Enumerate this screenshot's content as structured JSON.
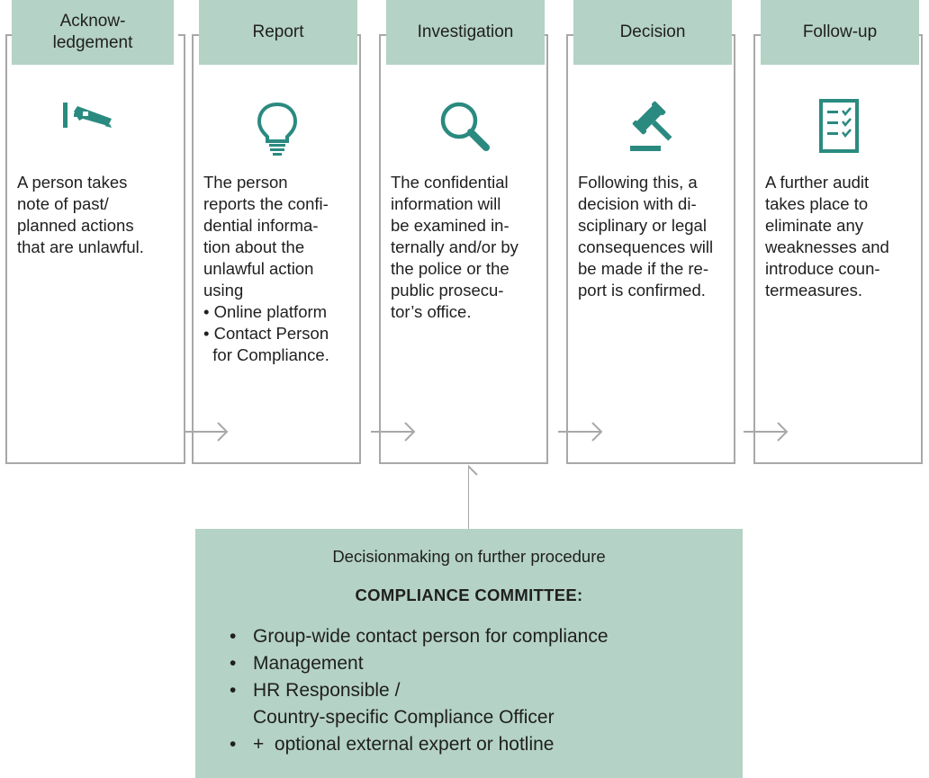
{
  "steps": [
    {
      "header": [
        "Acknow-",
        "ledgement"
      ],
      "icon": "surveillance-camera-icon",
      "text": [
        "A person takes",
        "note of past/",
        "planned actions",
        "that are unlawful."
      ]
    },
    {
      "header": [
        "Report"
      ],
      "icon": "lightbulb-icon",
      "text": [
        "The person",
        "reports the confi-",
        "dential informa-",
        "tion about the",
        "unlawful action",
        "using",
        "• Online platform",
        "• Contact Person",
        "  for Compliance."
      ]
    },
    {
      "header": [
        "Investigation"
      ],
      "icon": "magnifying-glass-icon",
      "text": [
        "The confidential",
        "information will",
        "be examined in-",
        "ternally and/or by",
        "the police or the",
        "public prosecu-",
        "tor’s office."
      ]
    },
    {
      "header": [
        "Decision"
      ],
      "icon": "gavel-icon",
      "text": [
        "Following this, a",
        "decision with di-",
        "sciplinary or legal",
        "consequences will",
        "be made if the re-",
        "port is confirmed."
      ]
    },
    {
      "header": [
        "Follow-up"
      ],
      "icon": "checklist-icon",
      "text": [
        "A further audit",
        "takes place to",
        "eliminate any",
        "weaknesses and",
        "introduce coun-",
        "termeasures."
      ]
    }
  ],
  "committee": {
    "title": "Decisionmaking on further procedure",
    "subtitle": "COMPLIANCE COMMITTEE:",
    "items": [
      [
        "Group-wide contact person for compliance"
      ],
      [
        "Management"
      ],
      [
        "HR Responsible /",
        "Country-specific Compliance Officer"
      ],
      [
        "+  optional external expert or hotline"
      ]
    ]
  },
  "colors": {
    "accent": "#2a8a80",
    "header_bg": "#b4d2c5",
    "frame": "#a8a8a8",
    "text": "#1f1f1f"
  }
}
